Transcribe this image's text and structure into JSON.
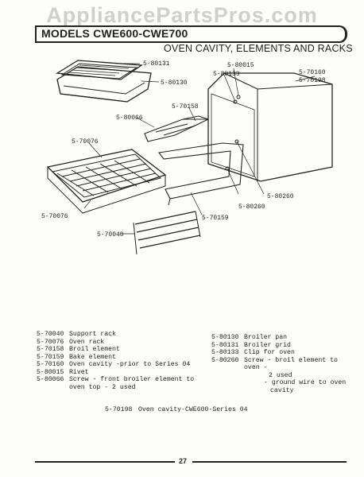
{
  "watermark": "AppliancePartsPros.com",
  "header": {
    "model_label": "MODELS CWE600-CWE700",
    "section_title": "OVEN CAVITY, ELEMENTS AND RACKS"
  },
  "callouts": {
    "p80131": "5-80131",
    "p80130": "5-80130",
    "p80015": "5-80015",
    "p80133": "5-80133",
    "p70160": "5-70160",
    "p70198": "5-70198",
    "p70158": "5-70158",
    "p80066": "5-80066",
    "p70076_top": "5-70076",
    "p70076_bot": "5-70076",
    "p80260_a": "5-80260",
    "p80260_b": "5-80260",
    "p70159": "5-70159",
    "p70040": "5-70040"
  },
  "legend_left": [
    {
      "part": "5-70040",
      "desc": "Support rack"
    },
    {
      "part": "5-70076",
      "desc": "Oven rack"
    },
    {
      "part": "5-70158",
      "desc": "Broil element"
    },
    {
      "part": "5-70159",
      "desc": "Bake element"
    },
    {
      "part": "5-70160",
      "desc": "Oven cavity -prior to Series 04"
    },
    {
      "part": "5-80015",
      "desc": "Rivet"
    },
    {
      "part": "5-80066",
      "desc": "Screw - front broiler element to",
      "cont": "oven top - 2 used"
    }
  ],
  "legend_right": [
    {
      "part": "5-80130",
      "desc": "Broiler pan"
    },
    {
      "part": "5-80131",
      "desc": "Broiler grid"
    },
    {
      "part": "5-80133",
      "desc": "Clip for oven"
    },
    {
      "part": "5-80260",
      "desc": "Screw - broil element to oven -",
      "cont": "2 used"
    }
  ],
  "legend_right_extra": {
    "line1": "- ground wire to oven",
    "line2": "cavity"
  },
  "note": {
    "part": "5-70198",
    "desc": "Oven cavity-CWE600-Series 04"
  },
  "page_number": "27"
}
